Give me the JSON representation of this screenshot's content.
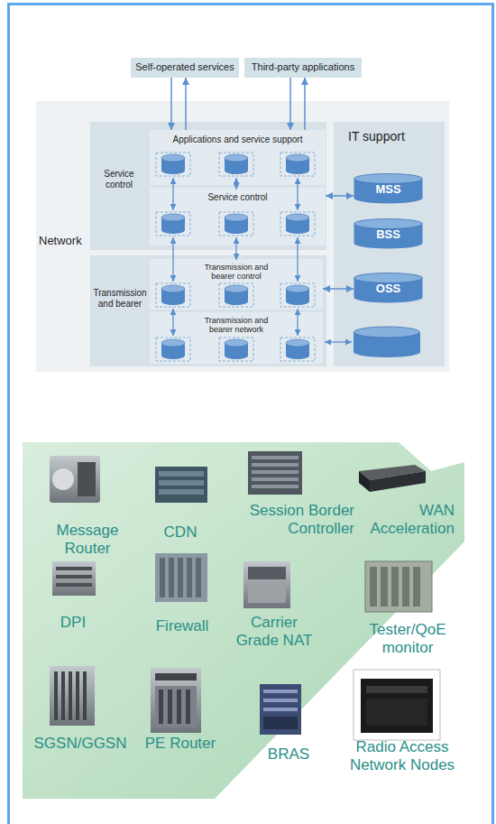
{
  "diagram": {
    "nodes": [
      {
        "text": [
          "Self-operated services"
        ]
      },
      {
        "text": [
          "Third-party applications"
        ]
      },
      {
        "text": [
          "Network"
        ]
      },
      {
        "text": [
          "Service control"
        ],
        "in": 2
      },
      {
        "text": [
          "Applications and service support"
        ],
        "in": 3
      },
      {
        "text": [
          "Service control"
        ],
        "in": 3
      },
      {
        "text": [
          "Transmission and bearer"
        ],
        "in": 2
      },
      {
        "text": [
          "Transmission and bearer control"
        ],
        "in": 6
      },
      {
        "text": [
          "Transmission and bearer network"
        ],
        "in": 6
      },
      {
        "text": [
          "IT support"
        ],
        "in": 2
      },
      {
        "text": [
          "MSS"
        ],
        "in": 9
      },
      {
        "text": [
          "BSS"
        ],
        "in": 9
      },
      {
        "text": [
          "OSS"
        ],
        "in": 9
      }
    ],
    "edges": [
      {
        "from": 0,
        "to": 4,
        "arrow": "to"
      },
      {
        "from": 4,
        "to": 0,
        "arrow": "to"
      },
      {
        "from": 1,
        "to": 4,
        "arrow": "to"
      },
      {
        "from": 4,
        "to": 1,
        "arrow": "to"
      },
      {
        "from": 5,
        "to": 10,
        "arrow": "both"
      },
      {
        "from": 7,
        "to": 12,
        "arrow": "both"
      }
    ],
    "labels": [
      "Message Router",
      "CDN",
      "Session Border Controller",
      "WAN Acceleration",
      "DPI",
      "Firewall",
      "Carrier Grade NAT",
      "Tester/QoE monitor",
      "SGSN/GGSN",
      "PE Router",
      "BRAS",
      "Radio Access Network Nodes"
    ]
  }
}
